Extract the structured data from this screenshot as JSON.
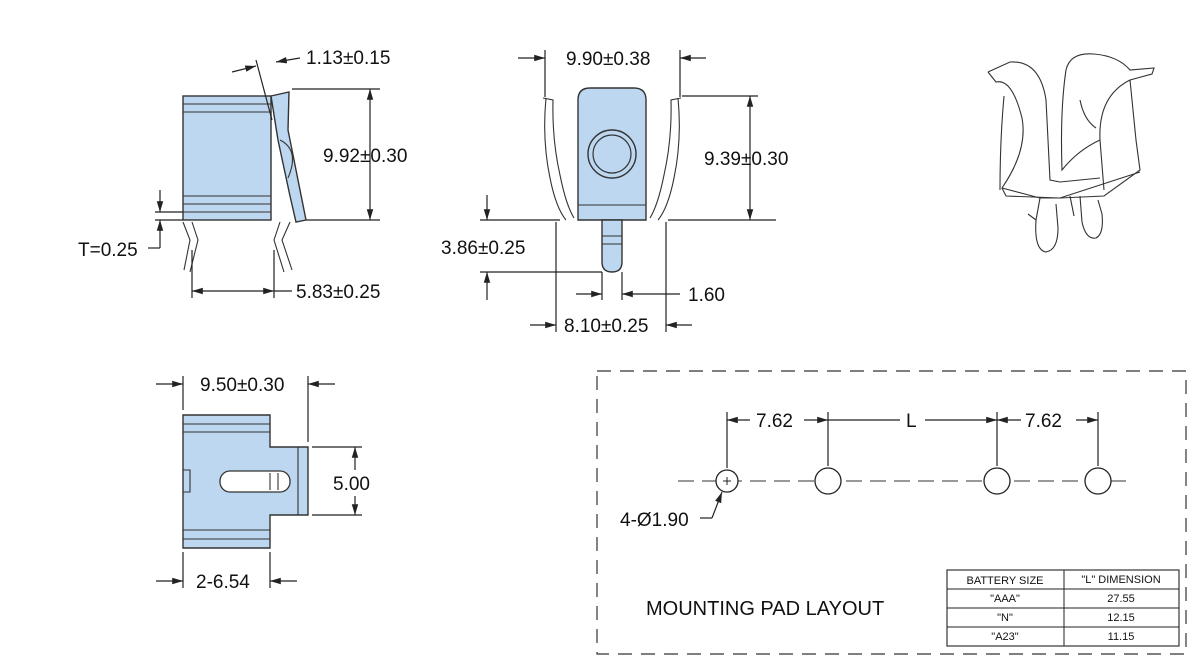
{
  "side_view": {
    "dim_thickness_top": "1.13±0.15",
    "dim_height": "9.92±0.30",
    "dim_thickness": "T=0.25",
    "dim_width": "5.83±0.25"
  },
  "front_view": {
    "dim_top_width": "9.90±0.38",
    "dim_height": "9.39±0.30",
    "dim_pin_length": "3.86±0.25",
    "dim_pin_width": "1.60",
    "dim_bottom_width": "8.10±0.25"
  },
  "bottom_view": {
    "dim_width": "9.50±0.30",
    "dim_slot": "5.00",
    "dim_tabs": "2-6.54"
  },
  "mounting_layout": {
    "title": "MOUNTING PAD LAYOUT",
    "dim_left": "7.62",
    "dim_center": "L",
    "dim_right": "7.62",
    "hole_label": "4-Ø1.90",
    "table": {
      "headers": [
        "BATTERY SIZE",
        "\"L\" DIMENSION"
      ],
      "rows": [
        [
          "\"AAA\"",
          "27.55"
        ],
        [
          "\"N\"",
          "12.15"
        ],
        [
          "\"A23\"",
          "11.15"
        ]
      ]
    }
  },
  "colors": {
    "part_fill": "#bcd7ef",
    "line": "#222222"
  }
}
